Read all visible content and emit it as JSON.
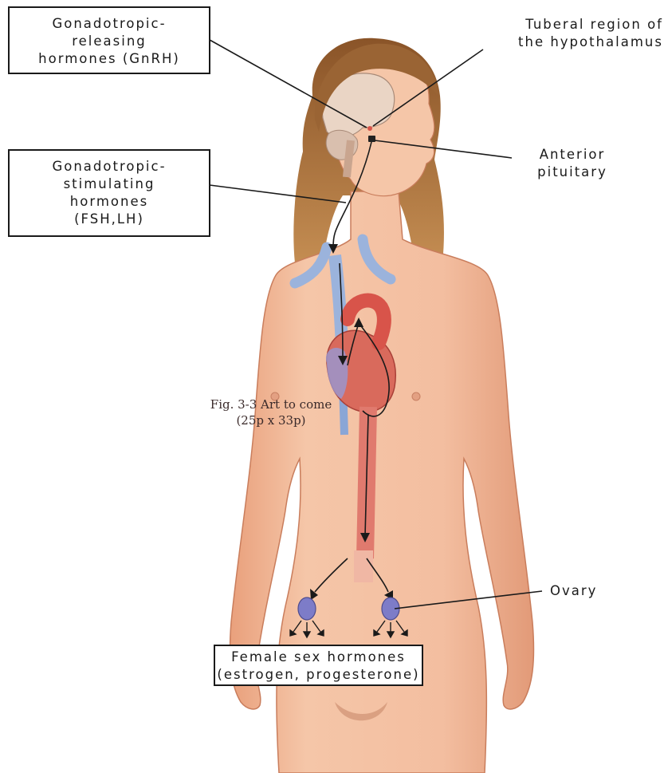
{
  "labels": {
    "gnrh": [
      "Gonadotropic-",
      "releasing",
      "hormones (GnRH)"
    ],
    "tuberal": [
      "Tuberal region of",
      "the hypothalamus"
    ],
    "anterior": [
      "Anterior",
      "pituitary"
    ],
    "stimulating": [
      "Gonadotropic-",
      "stimulating",
      "hormones",
      "(FSH,LH)"
    ],
    "ovary": "Ovary",
    "female": [
      "Female sex hormones",
      "(estrogen, progesterone)"
    ]
  },
  "placeholder": [
    "Fig. 3-3 Art to come",
    "(25p x 33p)"
  ],
  "colors": {
    "skin": "#f3bfa0",
    "skin_shade": "#e29a78",
    "hair": "#b5773e",
    "vein_blue": "#9bb3dc",
    "heart_red": "#d8544a",
    "ovary_blue": "#7d7cc8",
    "brain": "#e9d2c1",
    "leader_line": "#1a1a1a"
  }
}
